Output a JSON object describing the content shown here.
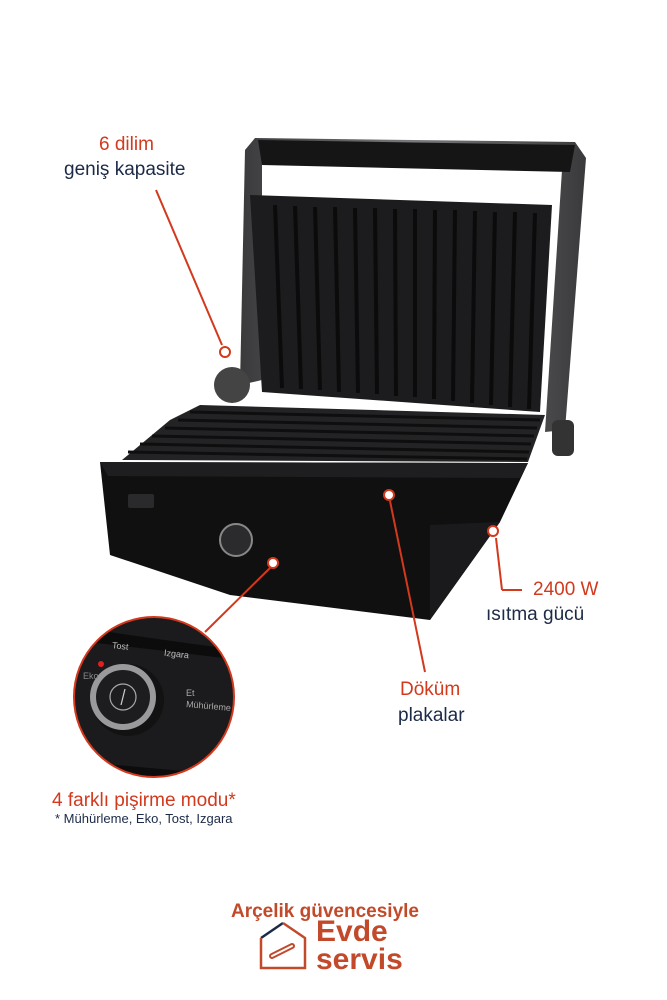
{
  "colors": {
    "accent": "#d2391d",
    "text": "#1c2a48",
    "brand": "#c24a2b"
  },
  "callouts": {
    "capacity": {
      "title": "6 dilim",
      "subtitle": "geniş kapasite"
    },
    "power": {
      "title": "2400 W",
      "subtitle": "ısıtma gücü"
    },
    "plates": {
      "title": "Döküm",
      "subtitle": "plakalar"
    },
    "modes": {
      "title": "4 farklı pişirme modu*",
      "note": "* Mühürleme, Eko, Tost, Izgara"
    }
  },
  "dial_labels": {
    "tost": "Tost",
    "izgara": "Izgara",
    "et": "Et",
    "muhurleme": "Mühürleme",
    "eko": "Eko"
  },
  "brand": {
    "tagline": "Arçelik güvencesiyle",
    "line1": "Evde",
    "line2": "servis",
    "icon": "house-wrench-icon"
  }
}
